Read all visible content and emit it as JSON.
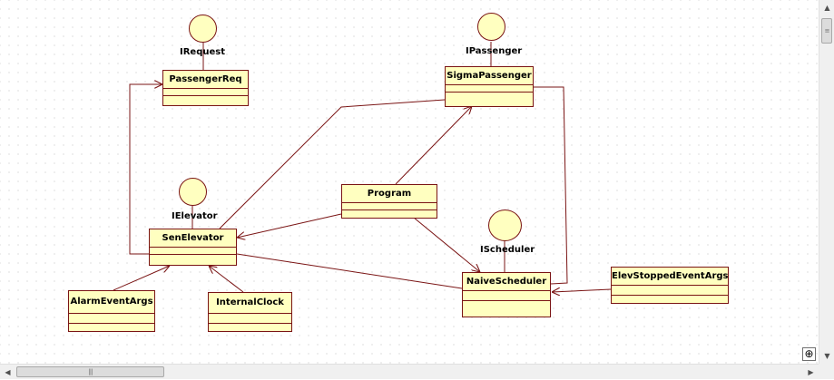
{
  "classes": {
    "passenger_req": "PassengerReq",
    "sigma_passenger": "SigmaPassenger",
    "program": "Program",
    "sen_elevator": "SenElevator",
    "naive_scheduler": "NaiveScheduler",
    "alarm_event_args": "AlarmEventArgs",
    "internal_clock": "InternalClock",
    "elev_stopped_event_args": "ElevStoppedEventArgs"
  },
  "interfaces": {
    "irequest": "IRequest",
    "ipassenger": "IPassenger",
    "ielevator": "IElevator",
    "ischeduler": "IScheduler"
  },
  "colors": {
    "class_fill": "#ffffc0",
    "line": "#7a1414"
  },
  "icons": {
    "scroll_up": "▲",
    "scroll_down": "▼",
    "scroll_left": "◀",
    "scroll_right": "▶",
    "grip_v": "≡",
    "grip_h": "|||",
    "navigate": "⊕"
  }
}
